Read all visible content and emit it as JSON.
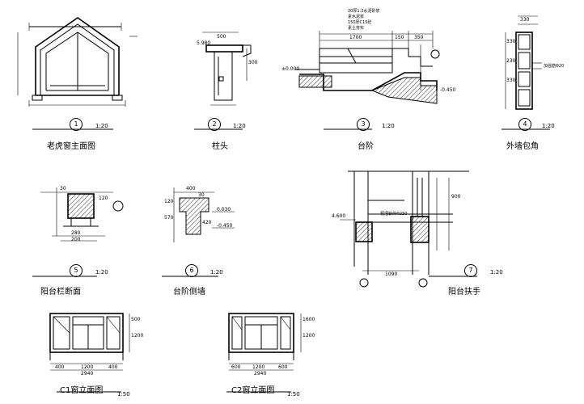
{
  "details": [
    {
      "id": "d1",
      "num": "1",
      "title": "老虎窗主面图",
      "scale": "1:20"
    },
    {
      "id": "d2",
      "num": "2",
      "title": "柱头",
      "scale": "1:20"
    },
    {
      "id": "d3",
      "num": "3",
      "title": "台阶",
      "scale": "1:20"
    },
    {
      "id": "d4",
      "num": "4",
      "title": "外墙包角",
      "scale": "1:20"
    },
    {
      "id": "d5",
      "num": "5",
      "title": "阳台栏断面",
      "scale": "1:20"
    },
    {
      "id": "d6",
      "num": "6",
      "title": "台阶侧墙",
      "scale": "1:20"
    },
    {
      "id": "d7",
      "num": "7",
      "title": "阳台扶手",
      "scale": "1:20"
    },
    {
      "id": "c1",
      "title": "C1窗立面图",
      "scale": "1:50"
    },
    {
      "id": "c2",
      "title": "C2窗立面图",
      "scale": "1:50"
    }
  ],
  "dims": {
    "d2_top": "500",
    "d2_elev": "5.980",
    "d2_side": "300",
    "d3_w1": "1700",
    "d3_w2": "150",
    "d3_w3": "350",
    "d3_elev_l": "±0.000",
    "d3_elev_r": "-0.450",
    "d3_note1": "20厚1:2水泥砂浆",
    "d3_note2": "素水泥浆",
    "d3_note3": "150厚C15砼",
    "d3_note4": "素土夯实",
    "d4_a": "330",
    "d4_b": "330",
    "d4_c": "230",
    "d4_d": "330",
    "d4_note": "加强筋Φ20",
    "d5_a": "30",
    "d5_b": "120",
    "d5_c": "280",
    "d5_d": "200",
    "d6_a": "400",
    "d6_b": "30",
    "d6_c": "120",
    "d6_d": "570",
    "d6_e": "420",
    "d6_elev1": "0.030",
    "d6_elev2": "-0.450",
    "d7_elev": "4.600",
    "d7_w": "1090",
    "d7_h": "900",
    "d7_note": "预埋铁件Φ250",
    "c1_total": "2940",
    "c1_a": "400",
    "c1_b": "1200",
    "c1_c": "400",
    "c1_h1": "500",
    "c1_h2": "1200",
    "c2_total": "2940",
    "c2_a": "600",
    "c2_b": "1200",
    "c2_c": "600",
    "c2_h1": "1600",
    "c2_h2": "1200"
  }
}
